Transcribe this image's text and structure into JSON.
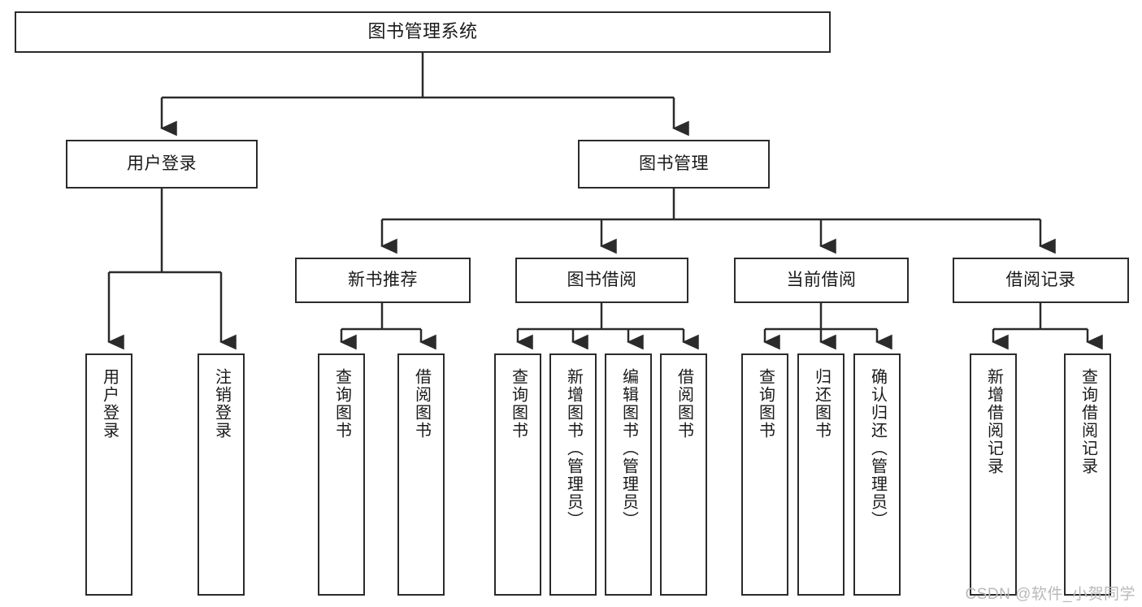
{
  "diagram": {
    "type": "tree",
    "title": "图书管理系统",
    "colors": {
      "stroke": "#2b2b2b",
      "fill": "#ffffff",
      "text": "#1a1a1a",
      "watermark": "#b9b9b9",
      "background": "#ffffff"
    },
    "watermark": "CSDN @软件_小贺同学",
    "nodes": {
      "root": {
        "label": "图书管理系统"
      },
      "level2": [
        {
          "label": "用户登录"
        },
        {
          "label": "图书管理"
        }
      ],
      "level3": [
        {
          "label": "新书推荐"
        },
        {
          "label": "图书借阅"
        },
        {
          "label": "当前借阅"
        },
        {
          "label": "借阅记录"
        }
      ],
      "leaves": {
        "user_login": [
          {
            "label": "用户登录"
          },
          {
            "label": "注销登录"
          }
        ],
        "new_book_recommend": [
          {
            "label": "查询图书"
          },
          {
            "label": "借阅图书"
          }
        ],
        "book_borrow": [
          {
            "label": "查询图书"
          },
          {
            "label": "新增图书（管理员）"
          },
          {
            "label": "编辑图书（管理员）"
          },
          {
            "label": "借阅图书"
          }
        ],
        "current_borrow": [
          {
            "label": "查询图书"
          },
          {
            "label": "归还图书"
          },
          {
            "label": "确认归还（管理员）"
          }
        ],
        "borrow_record": [
          {
            "label": "新增借阅记录"
          },
          {
            "label": "查询借阅记录"
          }
        ]
      }
    }
  }
}
